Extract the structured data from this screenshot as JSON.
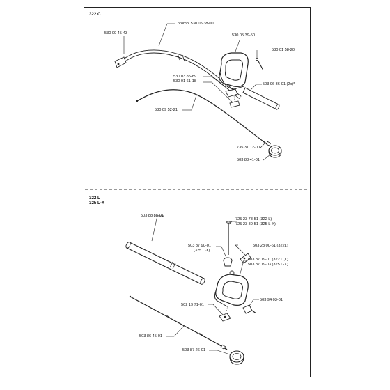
{
  "sections": {
    "top": {
      "title": "322 C",
      "labels": [
        "*compl 530 05 38-00",
        "530 09 45-43",
        "530 05 39-50",
        "530 01 58-20",
        "530 03 85-89",
        "530 01 61-18",
        "503 96 36-01 (2x)*",
        "530 09 52-21",
        "735 31 12-00",
        "503 88 41-01"
      ]
    },
    "bottom": {
      "title_line1": "322 L",
      "title_line2": "325 L-X",
      "labels": [
        "725 23 78-51 (322 L)",
        "725 23 80-51 (325 L-X)",
        "503 88 88-01",
        "503 87 90-01",
        "(325 L-X)",
        "503 23 00-61 (322L)",
        "503 87 19-01 (322 C,L)",
        "503 87 19-03 (325 L-X)",
        "503 94 03-01",
        "502 19 71-01",
        "503 86 45-01",
        "503 87 26-01"
      ]
    }
  }
}
